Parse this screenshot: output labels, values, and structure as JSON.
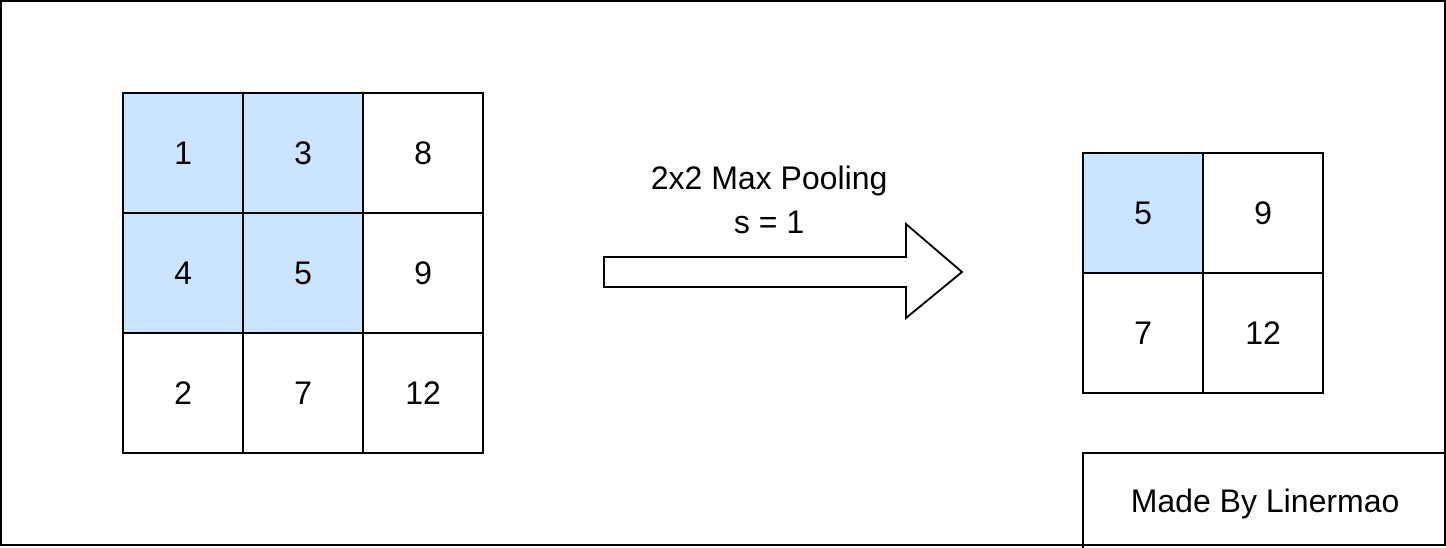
{
  "input_grid": {
    "rows": [
      [
        "1",
        "3",
        "8"
      ],
      [
        "4",
        "5",
        "9"
      ],
      [
        "2",
        "7",
        "12"
      ]
    ],
    "highlighted": [
      [
        0,
        0
      ],
      [
        0,
        1
      ],
      [
        1,
        0
      ],
      [
        1,
        1
      ]
    ]
  },
  "operation": {
    "line1": "2x2 Max Pooling",
    "line2": "s = 1"
  },
  "output_grid": {
    "rows": [
      [
        "5",
        "9"
      ],
      [
        "7",
        "12"
      ]
    ],
    "highlighted": [
      [
        0,
        0
      ]
    ]
  },
  "credit": "Made By Linermao",
  "colors": {
    "highlight": "#cce5ff",
    "border": "#000000",
    "background": "#ffffff"
  }
}
